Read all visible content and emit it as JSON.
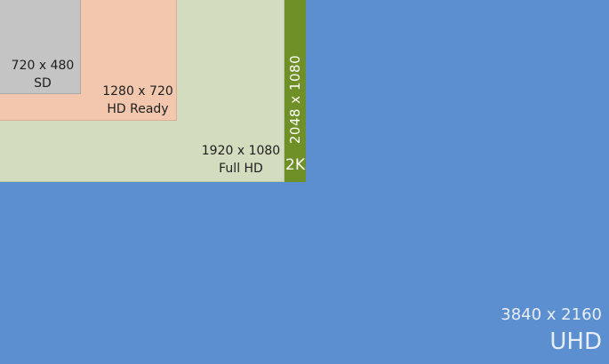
{
  "resolutions": {
    "sd": {
      "size": "720 x 480",
      "name": "SD",
      "color": "#c4c4c4"
    },
    "hd": {
      "size": "1280 x 720",
      "name": "HD Ready",
      "color": "#f2c7ad"
    },
    "fhd": {
      "size": "1920 x 1080",
      "name": "Full HD",
      "color": "#d3dcbf"
    },
    "k2": {
      "size": "2048 x 1080",
      "name": "2K",
      "color": "#6f8f27"
    },
    "uhd": {
      "size": "3840 x 2160",
      "name": "UHD",
      "color": "#5b8fd0"
    }
  }
}
